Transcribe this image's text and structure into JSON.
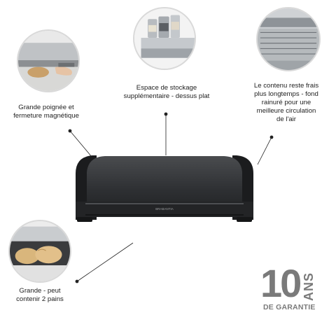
{
  "captions": {
    "handle": [
      "Grande poignée et",
      "fermeture magnétique"
    ],
    "storage": [
      "Espace de stockage",
      "supplémentaire - dessus plat"
    ],
    "fresh": [
      "Le contenu reste frais",
      "plus longtemps - fond",
      "rainuré pour une",
      "meilleure circulation",
      "de l'air"
    ],
    "capacity": [
      "Grande - peut",
      "contenir 2 pains"
    ]
  },
  "product": {
    "brand_label": "BRABANTIA",
    "color": "#2b2c2e"
  },
  "badge": {
    "number": "10",
    "unit": "ANS",
    "subtitle": "DE GARANTIE",
    "color": "#7a7a7a"
  }
}
